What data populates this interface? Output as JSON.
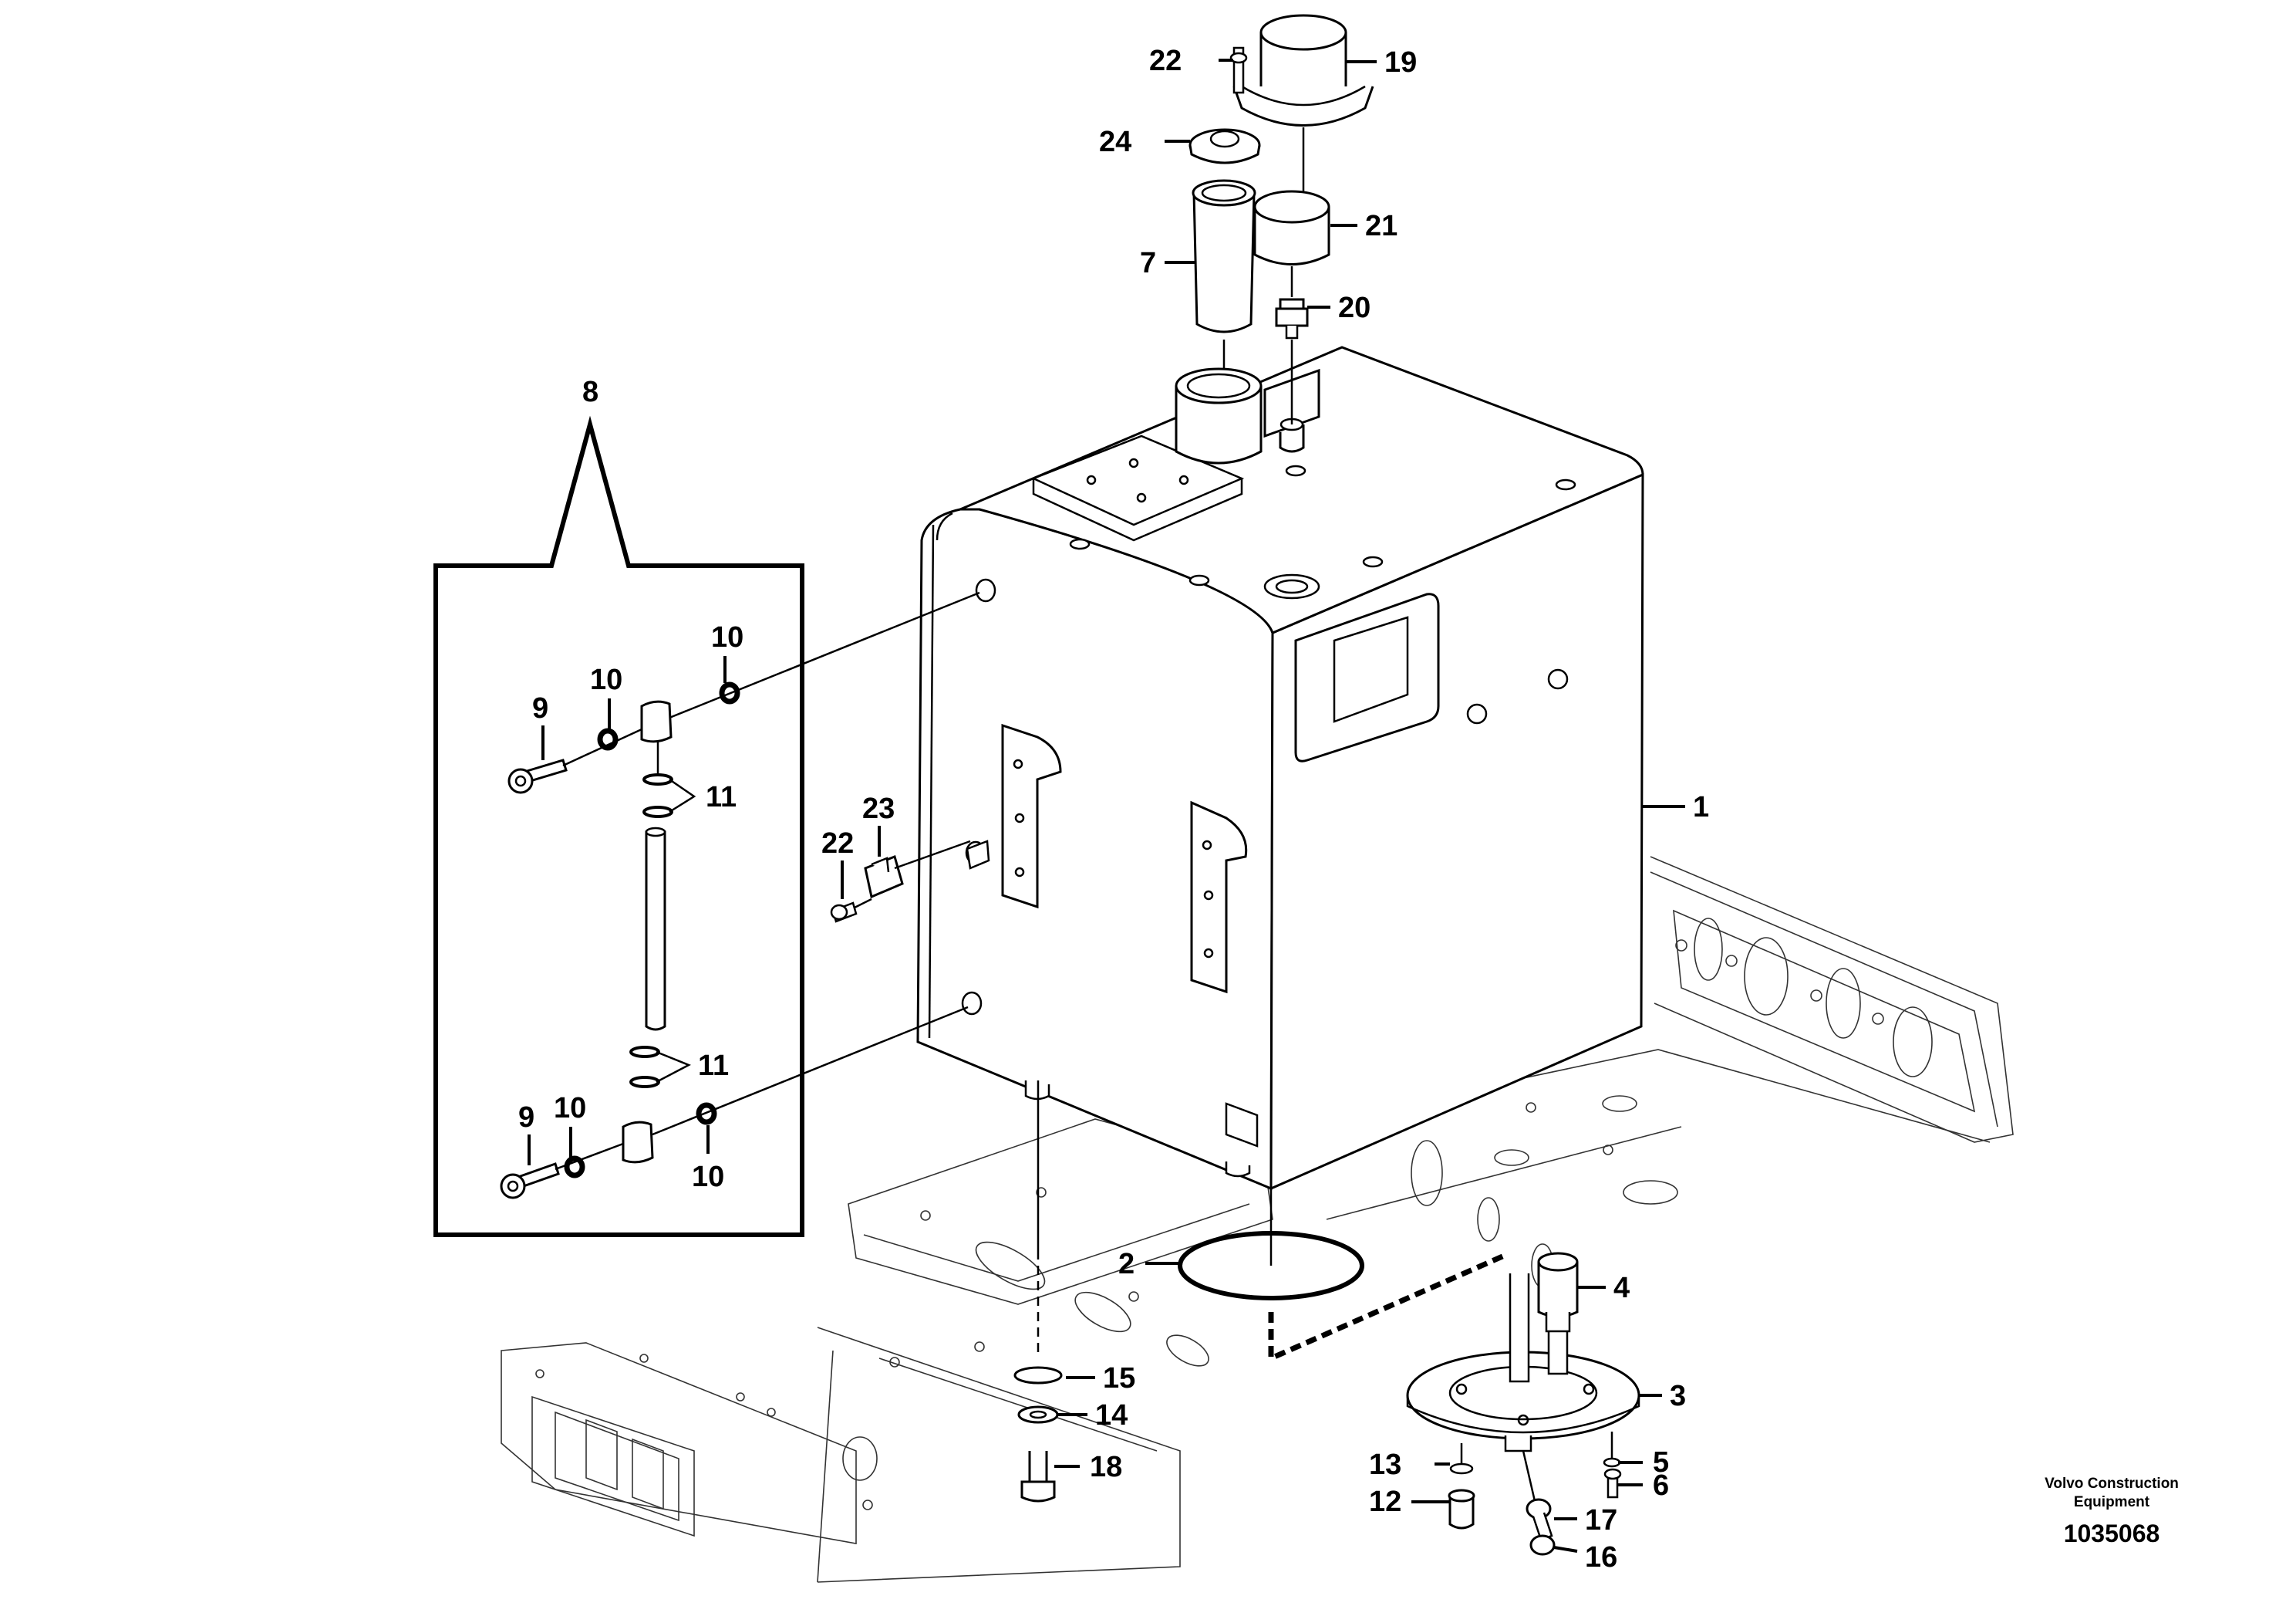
{
  "brand": {
    "line1": "Volvo Construction",
    "line2": "Equipment"
  },
  "figure_number": "1035068",
  "callouts": {
    "c1": "1",
    "c2": "2",
    "c3": "3",
    "c4": "4",
    "c5": "5",
    "c6": "6",
    "c7": "7",
    "c8": "8",
    "c9a": "9",
    "c9b": "9",
    "c10a": "10",
    "c10b": "10",
    "c10c": "10",
    "c10d": "10",
    "c11a": "11",
    "c11b": "11",
    "c12": "12",
    "c13": "13",
    "c14": "14",
    "c15": "15",
    "c16": "16",
    "c17": "17",
    "c18": "18",
    "c19": "19",
    "c20": "20",
    "c21": "21",
    "c22a": "22",
    "c22b": "22",
    "c23": "23",
    "c24": "24"
  }
}
